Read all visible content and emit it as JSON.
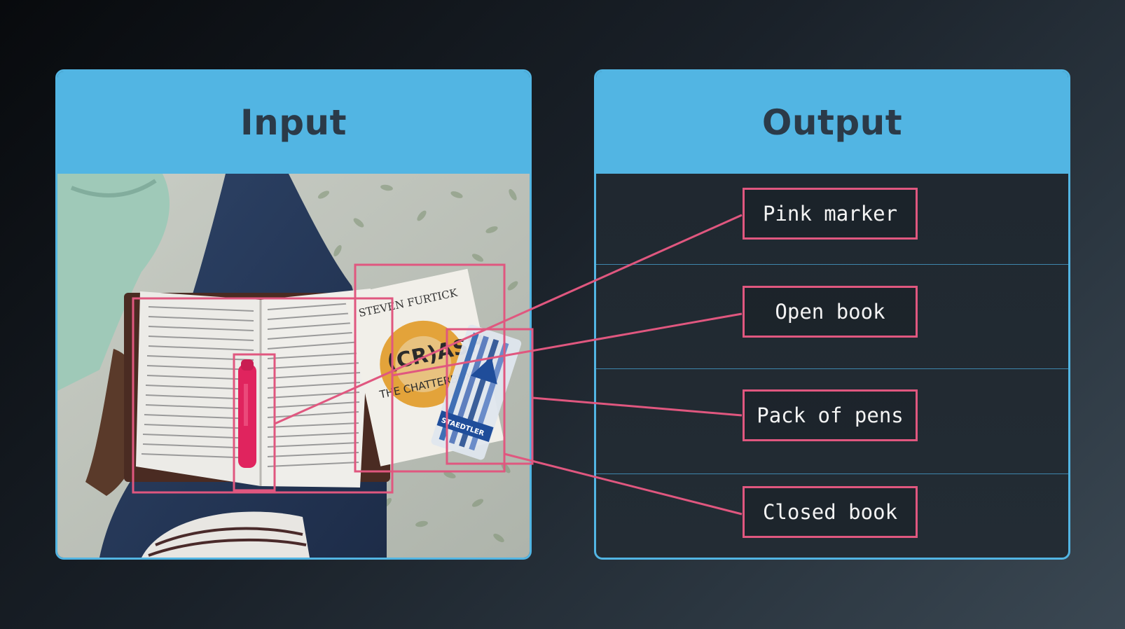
{
  "input_panel": {
    "title": "Input"
  },
  "output_panel": {
    "title": "Output"
  },
  "labels": [
    "Pink marker",
    "Open book",
    "Pack of pens",
    "Closed book"
  ],
  "photo_text": {
    "author": "STEVEN FURTICK",
    "title_line1": "(CR)ASH",
    "title_line2": "THE CHATTERBOX",
    "pen_brand": "STAEDTLER"
  },
  "colors": {
    "accent": "#52b5e3",
    "box": "#e0577f",
    "header_text": "#2b3a48"
  }
}
